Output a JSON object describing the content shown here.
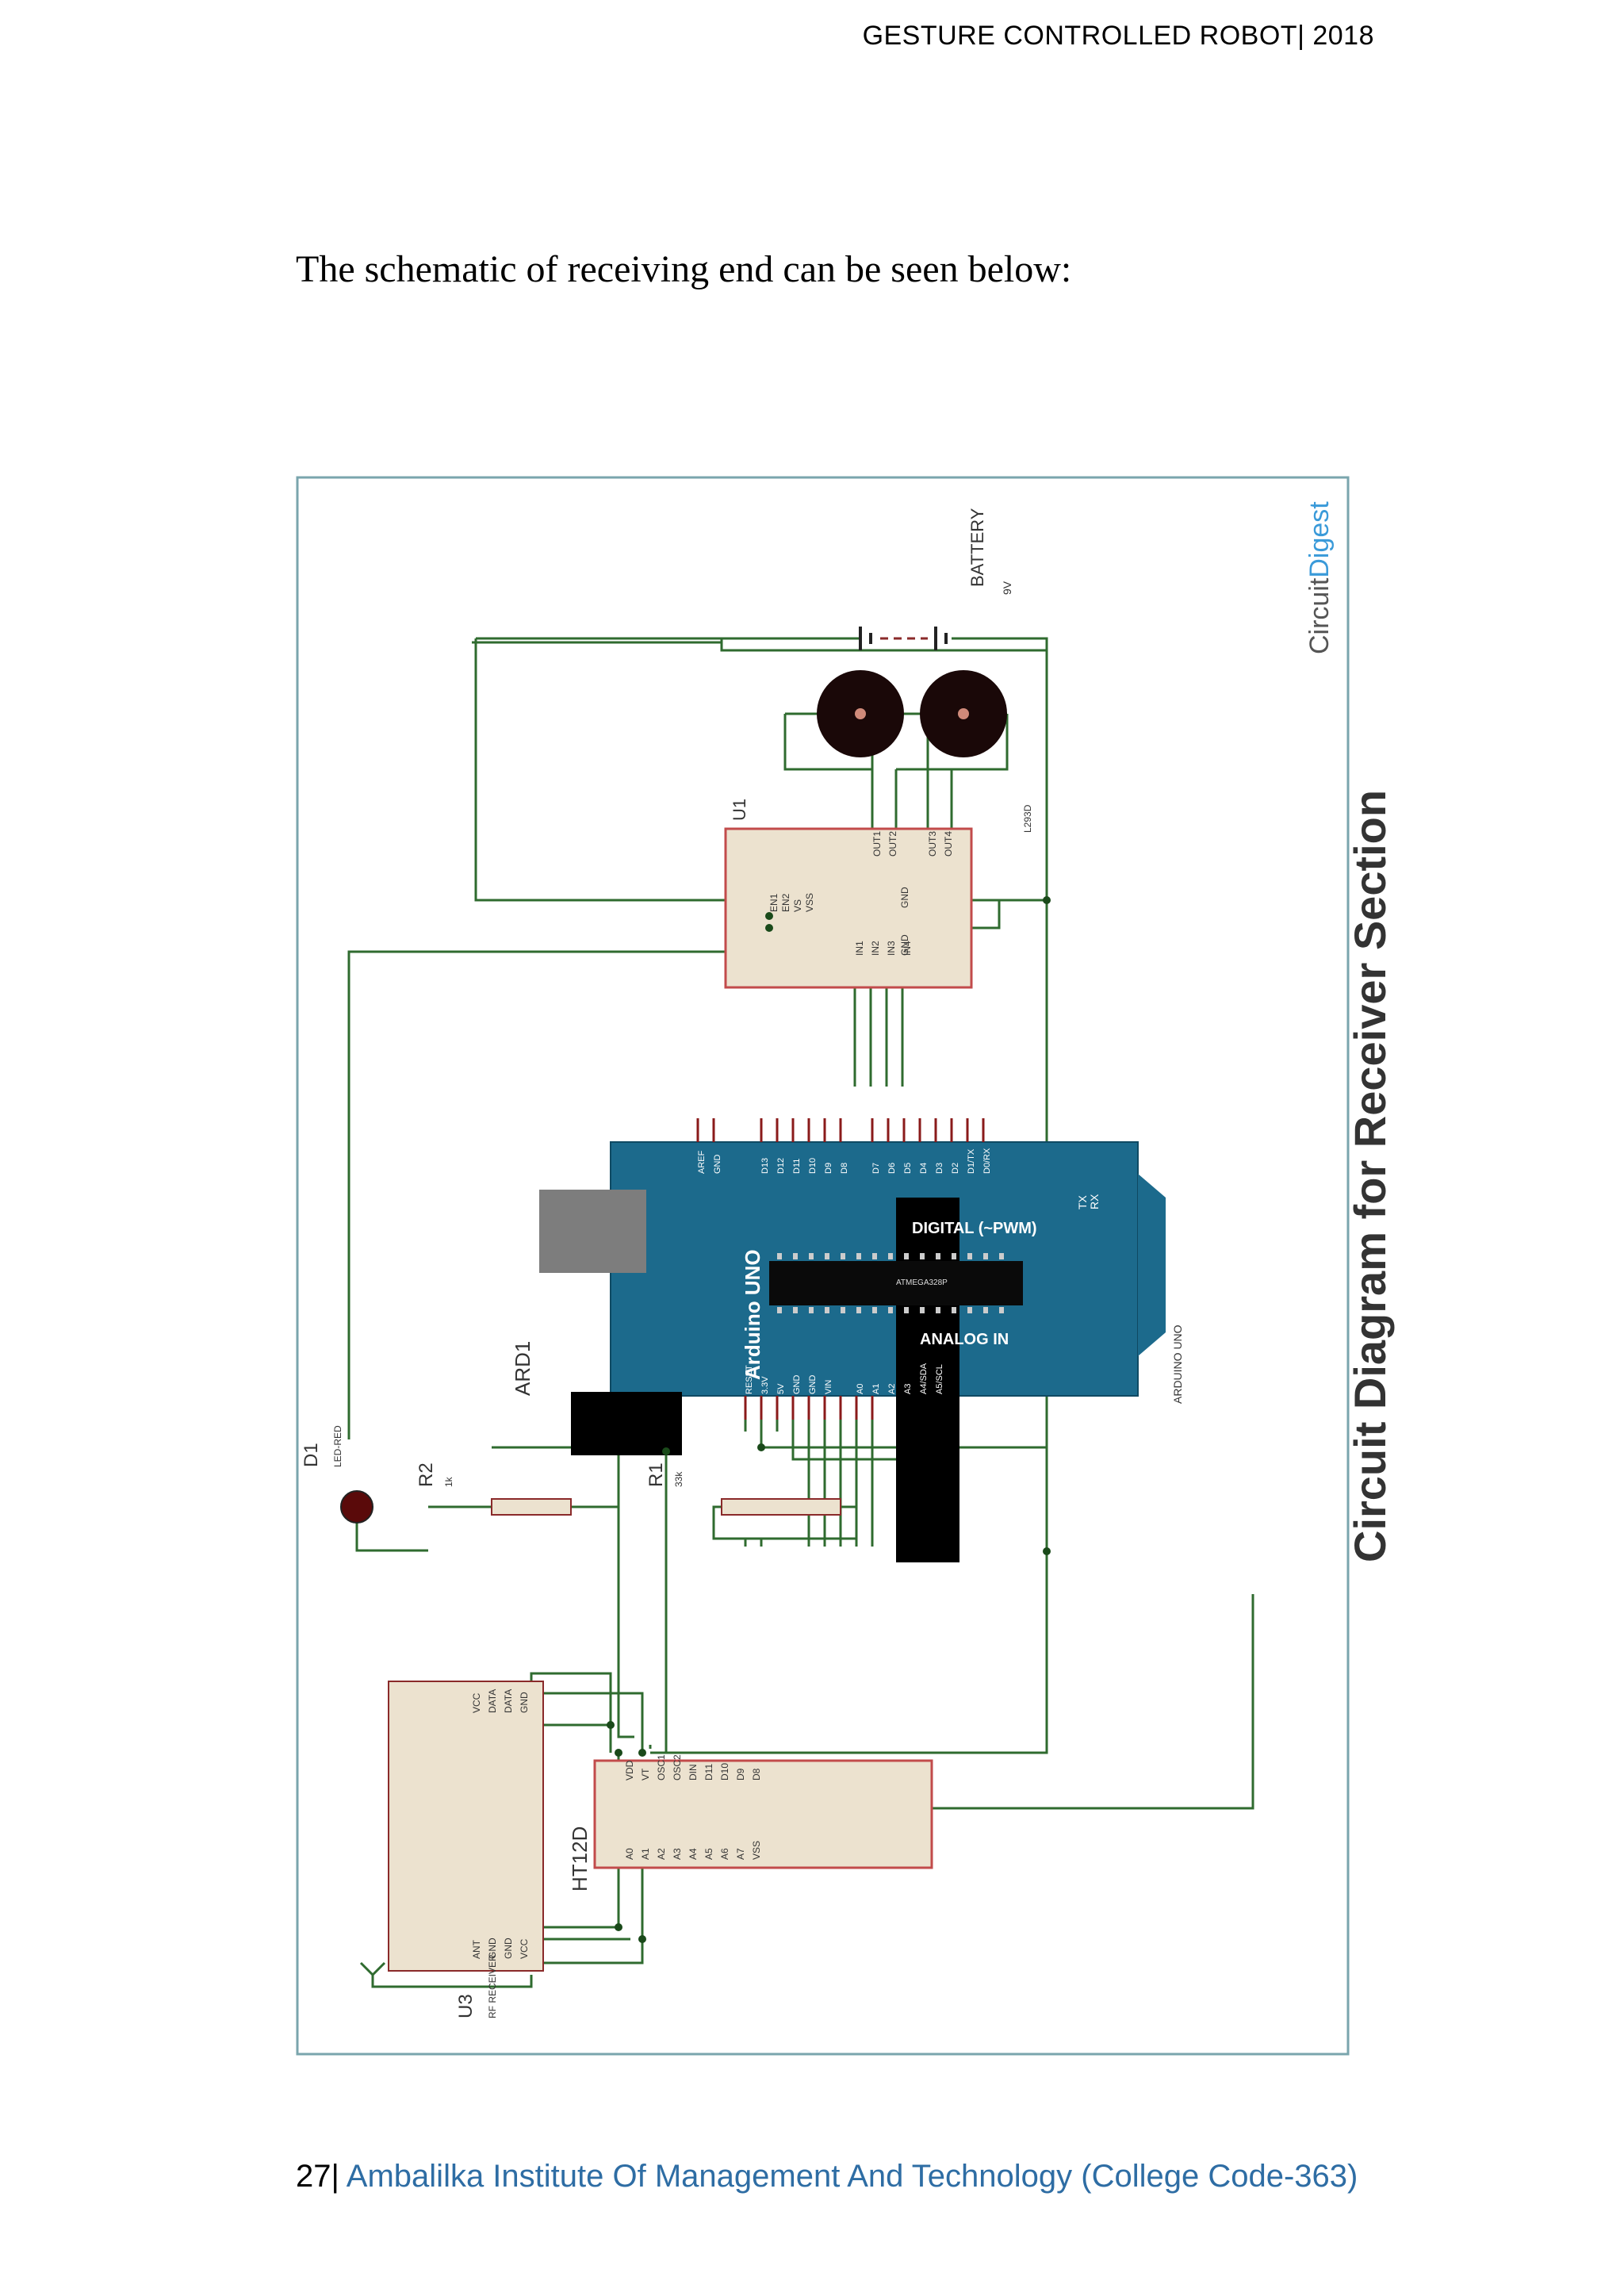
{
  "header": {
    "running_title": "GESTURE CONTROLLED ROBOT| 2018"
  },
  "intro_text": "The schematic of receiving end can be seen below:",
  "figure": {
    "caption": "Circuit Diagram for Receiver Section",
    "brand": {
      "part1": "Circuit",
      "part2": "Digest"
    },
    "battery": {
      "label": "BATTERY",
      "value": "9V"
    },
    "driver": {
      "ref": "U1",
      "part": "L293D",
      "pins_left": [
        "IN1",
        "IN2",
        "IN3",
        "IN4"
      ],
      "pins_out": [
        "OUT1",
        "OUT2",
        "OUT3",
        "OUT4"
      ],
      "pins_top": [
        "EN1",
        "EN2",
        "VS",
        "VSS"
      ],
      "pins_gnd": [
        "GND",
        "GND"
      ]
    },
    "arduino": {
      "ref": "ARD1",
      "name": "Arduino UNO",
      "part": "ARDUINO UNO",
      "digital": "DIGITAL (~PWM)",
      "analog": "ANALOG IN",
      "chip": "ATMEGA328P",
      "power_pins": [
        "RESET",
        "3.3V",
        "5V",
        "GND",
        "GND",
        "VIN"
      ],
      "analog_pins": [
        "A0",
        "A1",
        "A2",
        "A3",
        "A4/SDA",
        "A5/SCL"
      ],
      "digital_pins": [
        "AREF",
        "GND",
        "D13",
        "D12",
        "D11",
        "D10",
        "D9",
        "D8",
        "D7",
        "D6",
        "D5",
        "D4",
        "D3",
        "D2",
        "D1/TX",
        "D0/RX"
      ],
      "tx": "TX",
      "rx": "RX"
    },
    "led": {
      "ref": "D1",
      "part": "LED-RED"
    },
    "r1": {
      "ref": "R1",
      "value": "33k"
    },
    "r2": {
      "ref": "R2",
      "value": "1k"
    },
    "decoder": {
      "ref": "HT12D",
      "pins_left": [
        "A0",
        "A1",
        "A2",
        "A3",
        "A4",
        "A5",
        "A6",
        "A7",
        "VSS"
      ],
      "pins_right": [
        "VDD",
        "VT",
        "OSC1",
        "OSC2",
        "DIN",
        "D11",
        "D10",
        "D9",
        "D8"
      ]
    },
    "receiver": {
      "ref": "U3",
      "part": "RF RECEIVER",
      "pins_a": [
        "GND",
        "DATA",
        "DATA",
        "VCC"
      ],
      "pins_b": [
        "VCC",
        "GND",
        "GND",
        "ANT"
      ]
    }
  },
  "footer": {
    "page_number": "27|",
    "institution": "Ambalilka Institute Of Management And Technology (College Code-363)"
  }
}
